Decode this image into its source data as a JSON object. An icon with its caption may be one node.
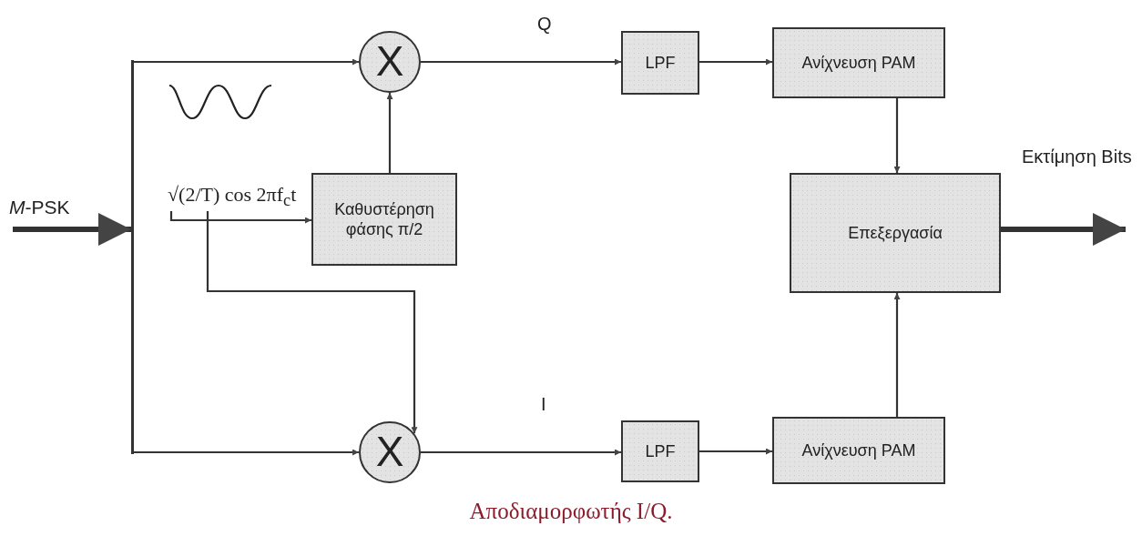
{
  "diagram": {
    "caption": "Αποδιαμορφωτής I/Q.",
    "nodes": [
      {
        "text": [
          "*M*-PSK"
        ]
      },
      {
        "text": [],
        "shape": "bar"
      },
      {
        "text": [
          "X"
        ]
      },
      {
        "text": [
          "√(2/T) cos 2πf$_{c}$t"
        ]
      },
      {
        "text": [
          "Καθυστέρηση φάσης π/2"
        ]
      },
      {
        "text": [
          "X"
        ]
      },
      {
        "text": [
          "LPF"
        ]
      },
      {
        "text": [
          "Ανίχνευση PAM"
        ]
      },
      {
        "text": [
          "Επεξεργασία"
        ]
      },
      {
        "text": [
          "LPF"
        ]
      },
      {
        "text": [
          "Ανίχνευση PAM"
        ]
      }
    ],
    "edges": [
      {
        "from": 0,
        "to": 1,
        "arrow": "to",
        "style": "thick"
      },
      {
        "from": 1,
        "to": 2,
        "arrow": "to"
      },
      {
        "from": 1,
        "to": 5,
        "arrow": "to"
      },
      {
        "from": 3,
        "to": 4,
        "arrow": "to"
      },
      {
        "from": 3,
        "to": 5,
        "arrow": "to"
      },
      {
        "from": 4,
        "to": 2,
        "arrow": "to"
      },
      {
        "from": 2,
        "to": 6,
        "arrow": "to",
        "label": "Q"
      },
      {
        "from": 6,
        "to": 7,
        "arrow": "to"
      },
      {
        "from": 7,
        "to": 8,
        "arrow": "to"
      },
      {
        "from": 5,
        "to": 9,
        "arrow": "to",
        "label": "I"
      },
      {
        "from": 9,
        "to": 10,
        "arrow": "to"
      },
      {
        "from": 10,
        "to": 8,
        "arrow": "to"
      },
      {
        "from": 8,
        "to": null,
        "arrow": "to",
        "style": "thick",
        "label": "Εκτίμηση Bits"
      }
    ]
  }
}
